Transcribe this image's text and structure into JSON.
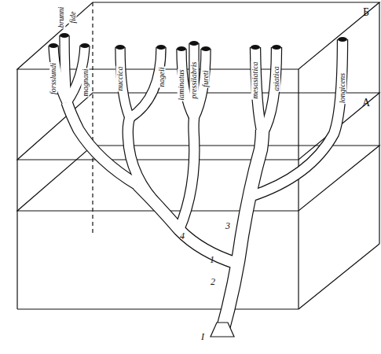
{
  "diagram": {
    "labels": [
      "brunni",
      "fide",
      "forsslundi",
      "magnani",
      "nuccica",
      "nageli",
      "laminatus",
      "pressilabris",
      "fureti",
      "mesasiatica",
      "asiatica",
      "longicens",
      "1",
      "2",
      "3",
      "4",
      "I",
      "Б",
      "A"
    ]
  }
}
